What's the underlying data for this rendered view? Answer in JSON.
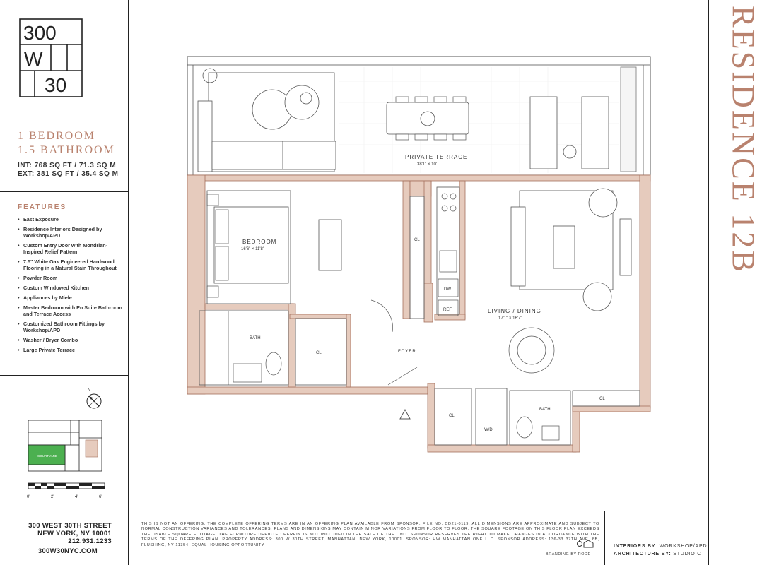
{
  "logo": {
    "row1": "300",
    "row2": "W",
    "row3": "30"
  },
  "unit": {
    "line1": "1 BEDROOM",
    "line2": "1.5 BATHROOM",
    "int_area": "INT: 768 SQ FT / 71.3 SQ M",
    "ext_area": "EXT: 381 SQ FT / 35.4 SQ M"
  },
  "features": {
    "title": "FEATURES",
    "items": [
      "East Exposure",
      "Residence Interiors Designed by Workshop/APD",
      "Custom Entry Door with Mondrian-Inspired Relief Pattern",
      "7.5\" White Oak Engineered Hardwood Flooring in a Natural Stain Throughout",
      "Powder Room",
      "Custom Windowed Kitchen",
      "Appliances by Miele",
      "Master Bedroom with En Suite Bathroom and Terrace Access",
      "Customized Bathroom Fittings by Workshop/APD",
      "Washer / Dryer Combo",
      "Large Private Terrace"
    ]
  },
  "compass": {
    "north": "N"
  },
  "keyplan": {
    "courtyard": "COURTYARD"
  },
  "scale": {
    "labels": [
      "0'",
      "2'",
      "4'",
      "6'"
    ]
  },
  "address": {
    "line1": "300 WEST 30TH STREET",
    "line2": "NEW YORK, NY 10001",
    "phone": "212.931.1233",
    "website": "300W30NYC.COM"
  },
  "disclaimer": "This is not an offering. The complete offering terms are in an offering plan available from sponsor. File No. CD21-0119. All dimensions are approximate and subject to normal construction variances and tolerances. Plans and dimensions may contain minor variations from floor to floor. The square footage on this floor plan exceeds the usable square footage. The furniture depicted herein is not included in the sale of the unit. Sponsor reserves the right to make changes in accordance with the terms of the offering plan. Property address: 300 W 30th Street, Manhattan, New York, 10001. Sponsor: HW Manhattan One LLC. Sponsor address: 136-33 37th Ave, 8B, Flushing, NY 11354. Equal Housing Opportunity",
  "branding": "BRANDING BY RODE",
  "credits": {
    "interiors_label": "INTERIORS BY:",
    "interiors_value": "WORKSHOP/APD",
    "architecture_label": "ARCHITECTURE BY:",
    "architecture_value": "STUDIO C"
  },
  "residence_title": "RESIDENCE 12B",
  "plan": {
    "terrace_label": "PRIVATE TERRACE",
    "terrace_dims": "38'1\" × 10'",
    "bedroom_label": "BEDROOM",
    "bedroom_dims": "16'6\" × 11'8\"",
    "living_label": "LIVING / DINING",
    "living_dims": "17'1\" × 16'7\"",
    "bath_label": "BATH",
    "bath2_label": "BATH",
    "foyer_label": "FOYER",
    "cl_label": "CL",
    "dw_label": "DW",
    "ref_label": "REF",
    "wd_label": "W/D"
  },
  "colors": {
    "accent": "#b9826e",
    "wall_fill": "#e6cbbd",
    "wall_stroke": "#a4705c",
    "courtyard": "#4cb050"
  }
}
